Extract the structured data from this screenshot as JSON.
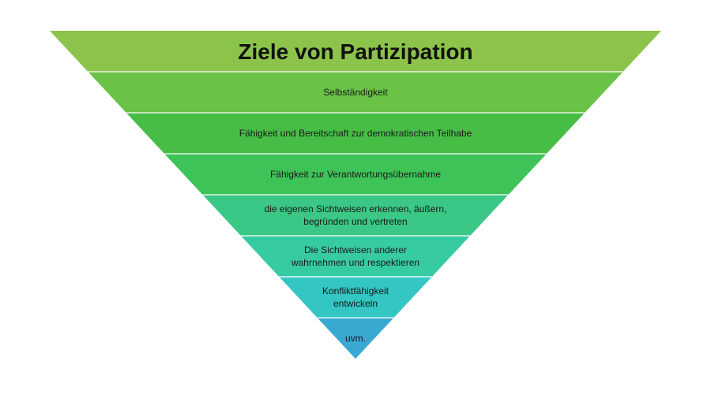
{
  "diagram": {
    "title": "Ziele von Partizipation",
    "levels": [
      {
        "lines": [
          "Selbständigkeit"
        ],
        "color": "#6ac346"
      },
      {
        "lines": [
          "Fähigkeit und Bereitschaft zur demokratischen Teilhabe"
        ],
        "color": "#47bd46"
      },
      {
        "lines": [
          "Fähigkeit zur Verantwortungsübernahme"
        ],
        "color": "#3ec358"
      },
      {
        "lines": [
          "die eigenen Sichtweisen erkennen, äußern,",
          "begründen und vertreten"
        ],
        "color": "#3bc785"
      },
      {
        "lines": [
          "Die Sichtweisen anderer",
          "wahrnehmen und respektieren"
        ],
        "color": "#37cba3"
      },
      {
        "lines": [
          "Konfliktfähigkeit",
          "entwickeln"
        ],
        "color": "#33c6c3"
      },
      {
        "lines": [
          "uvm."
        ],
        "color": "#3aa9d2"
      }
    ],
    "title_color": "#8cc34a",
    "separator_color": "#ffffff"
  }
}
